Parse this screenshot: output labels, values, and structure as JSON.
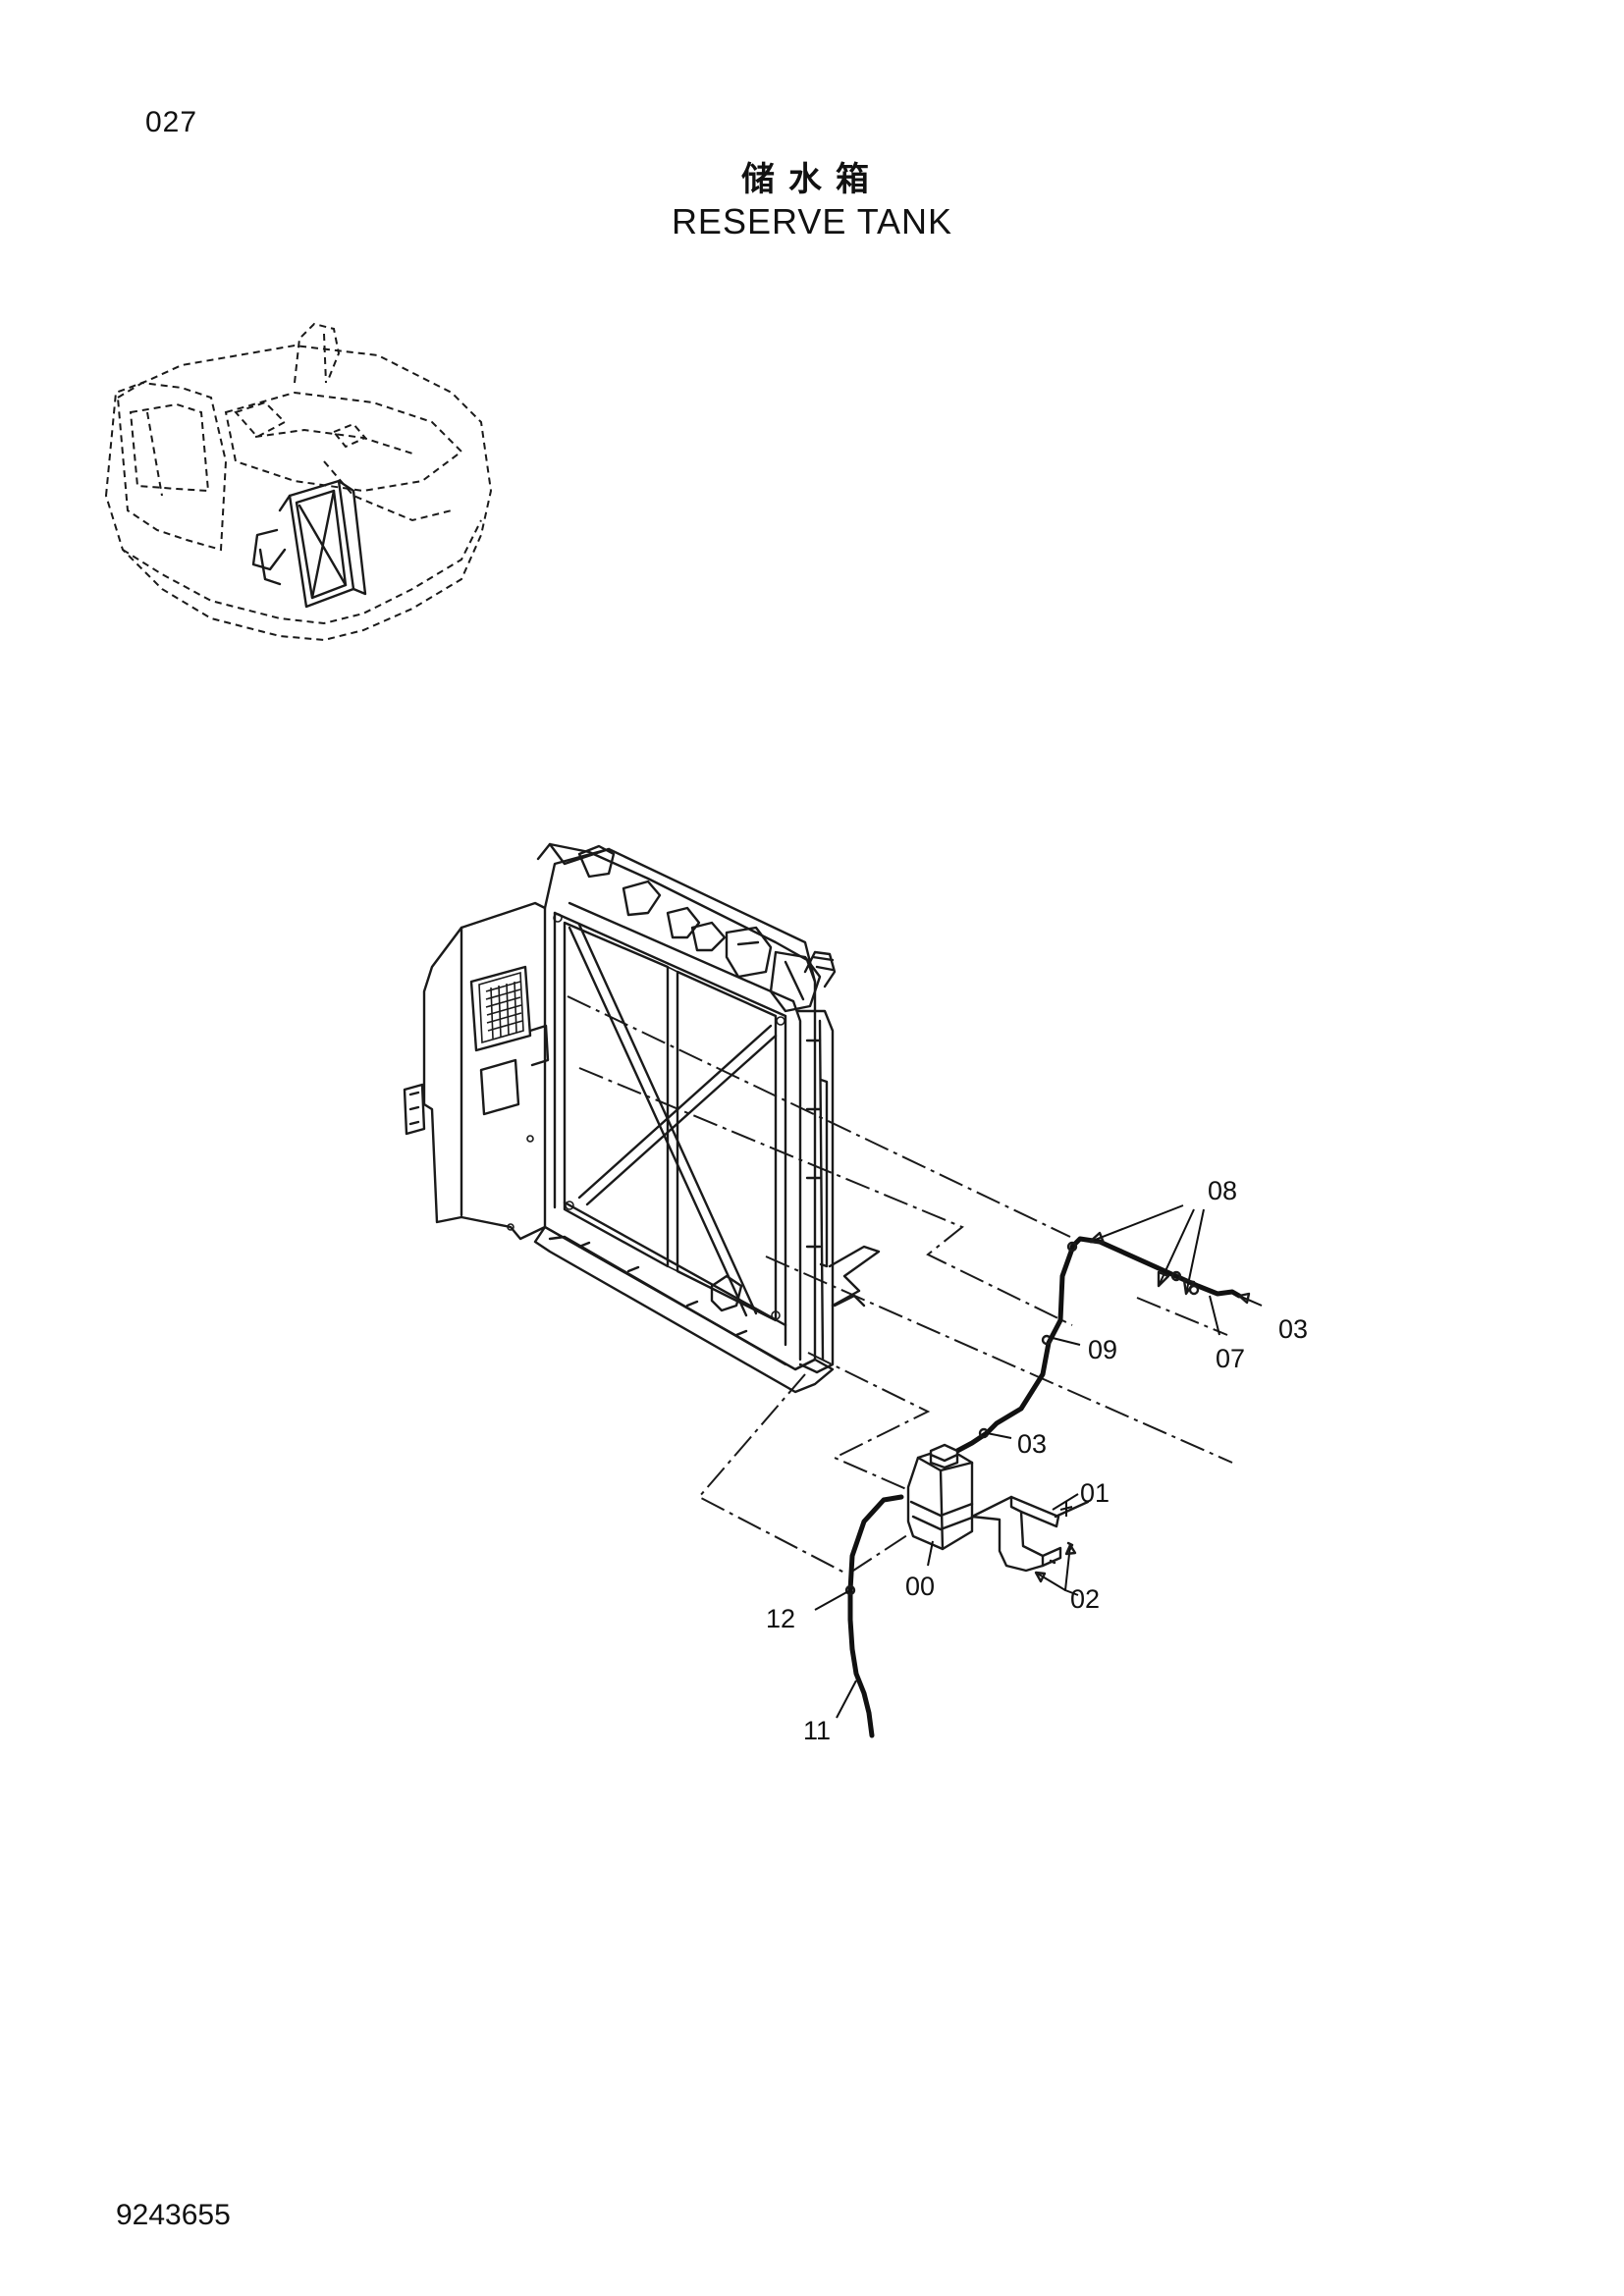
{
  "page": {
    "number": "027",
    "title_cn": "储水箱",
    "title_en": "RESERVE TANK",
    "drawing_number": "9243655"
  },
  "callouts": {
    "c08": "08",
    "c03_right": "03",
    "c07": "07",
    "c09": "09",
    "c03_mid": "03",
    "c01": "01",
    "c00": "00",
    "c02": "02",
    "c12": "12",
    "c11": "11"
  }
}
